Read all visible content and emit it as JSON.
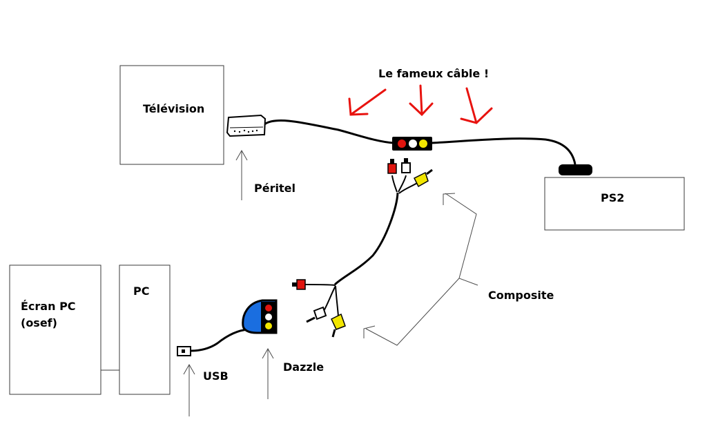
{
  "labels": {
    "tv": "Télévision",
    "ps2": "PS2",
    "pc": "PC",
    "screen_line1": "Écran PC",
    "screen_line2": "(osef)",
    "cable": "Le fameux câble !",
    "peritel": "Péritel",
    "composite": "Composite",
    "usb": "USB",
    "dazzle": "Dazzle"
  },
  "colors": {
    "line": "#000000",
    "highlight_arrows": "#e8130f",
    "plug_red": "#e0150f",
    "plug_white": "#ffffff",
    "plug_yellow": "#f2e600",
    "dazzle_blue": "#1a6ee0",
    "box_border": "#3a3a3a",
    "pointer_arrows": "#4a4a4a"
  }
}
